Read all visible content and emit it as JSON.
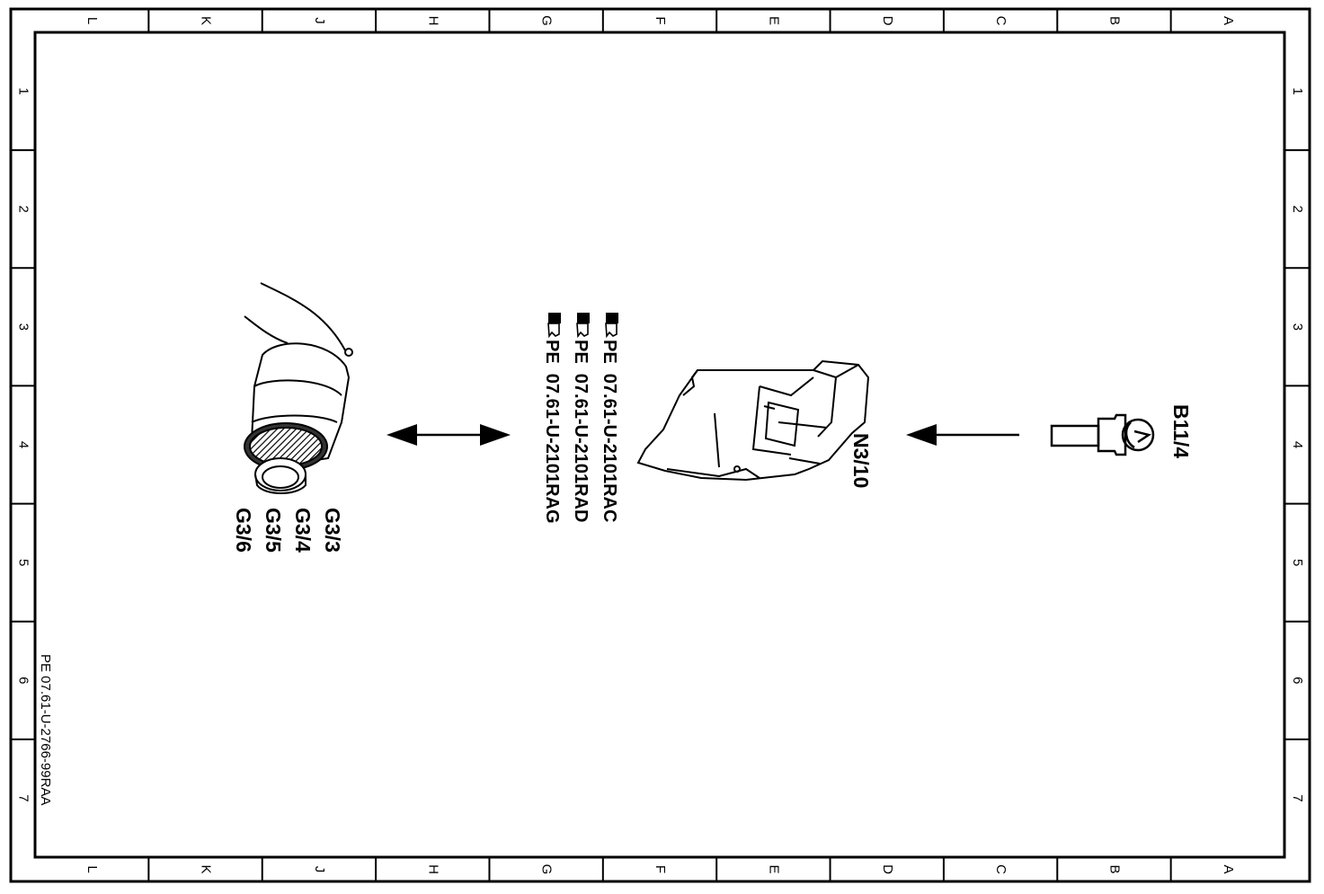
{
  "frame": {
    "column_letters": [
      "L",
      "K",
      "J",
      "H",
      "G",
      "F",
      "E",
      "D",
      "C",
      "B",
      "A"
    ],
    "row_numbers": [
      "1",
      "2",
      "3",
      "4",
      "5",
      "6",
      "7"
    ]
  },
  "components": {
    "left": {
      "labels": [
        "G3/3",
        "G3/4",
        "G3/5",
        "G3/6"
      ]
    },
    "middle": {
      "label": "N3/10"
    },
    "right": {
      "label": "B11/4"
    }
  },
  "references": [
    {
      "icon": "pointing-hand-icon",
      "text": "PE  07.61-U-2101RAC"
    },
    {
      "icon": "pointing-hand-icon",
      "text": "PE  07.61-U-2101RAD"
    },
    {
      "icon": "pointing-hand-icon",
      "text": "PE  07.61-U-2101RAG"
    }
  ],
  "document_id": "PE 07.61-U-2766-99RAA"
}
